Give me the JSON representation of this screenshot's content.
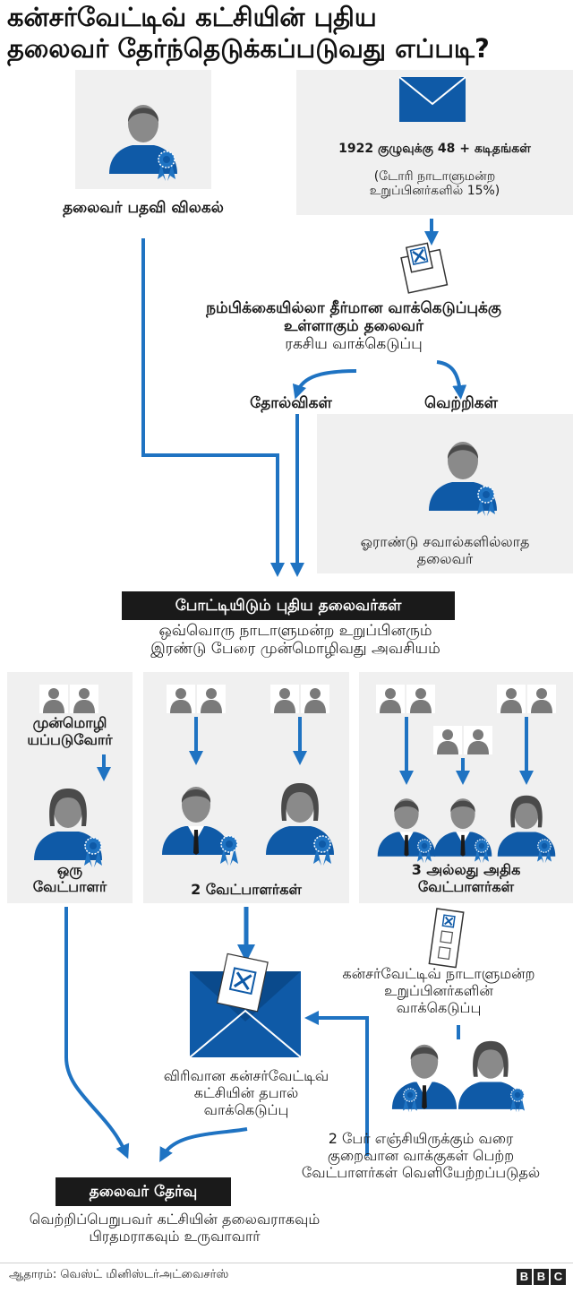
{
  "title": {
    "line1": "கன்சர்வேட்டிவ் கட்சியின் புதிய",
    "line2": "தலைவர் தேர்ந்தெடுக்கப்படுவது எப்படி?"
  },
  "left_start": {
    "label": "தலைவர் பதவி விலகல்"
  },
  "right_start": {
    "line1": "1922 குழுவுக்கு 48 + கடிதங்கள்",
    "note1": "(டோரி நாடாளுமன்ற",
    "note2": "உறுப்பினர்களில் 15%)"
  },
  "confidence_vote": {
    "line1": "நம்பிக்கையில்லா தீர்மான வாக்கெடுப்புக்கு",
    "line2": "உள்ளாகும் தலைவர்",
    "line3": "ரகசிய வாக்கெடுப்பு"
  },
  "outcomes": {
    "lose": "தோல்விகள்",
    "win": "வெற்றிகள்",
    "win_caption1": "ஓராண்டு சவால்களில்லாத",
    "win_caption2": "தலைவர்"
  },
  "candidates": {
    "header": "போட்டியிடும் புதிய தலைவர்கள்",
    "rule1": "ஒவ்வொரு நாடாளுமன்ற உறுப்பினரும்",
    "rule2": "இரண்டு பேரை முன்மொழிவது அவசியம்"
  },
  "panel_one": {
    "nominator1": "முன்மொழி",
    "nominator2": "யப்படுவோர்",
    "caption1": "ஒரு",
    "caption2": "வேட்பாளர்"
  },
  "panel_two": {
    "caption": "2 வேட்பாளர்கள்"
  },
  "panel_three": {
    "caption1": "3 அல்லது அதிக",
    "caption2": "வேட்பாளர்கள்"
  },
  "mp_vote": {
    "line1": "கன்சர்வேட்டிவ் நாடாளுமன்ற",
    "line2": "உறுப்பினர்களின்",
    "line3": "வாக்கெடுப்பு"
  },
  "postal_vote": {
    "line1": "விரிவான கன்சர்வேட்டிவ்",
    "line2": "கட்சியின் தபால்",
    "line3": "வாக்கெடுப்பு"
  },
  "elimination": {
    "line1": "2 பேர் எஞ்சியிருக்கும் வரை",
    "line2": "குறைவான வாக்குகள் பெற்ற",
    "line3": "வேட்பாளர்கள் வெளியேற்றப்படுதல்"
  },
  "result": {
    "header": "தலைவர் தேர்வு",
    "line1": "வெற்றிப்பெறுபவர் கட்சியின் தலைவராகவும்",
    "line2": "பிரதமராகவும் உருவாவார்"
  },
  "footer": {
    "source": "ஆதாரம்: வெஸ்ட் மினிஸ்டர்அட்வைசர்ஸ்",
    "logo": [
      "B",
      "B",
      "C"
    ]
  },
  "colors": {
    "blue": "#0f5aa7",
    "arrow": "#1f73c2",
    "panel": "#f0f0f0",
    "grey_person": "#8a8a8a",
    "dark": "#1a1a1a"
  },
  "icons": [
    "person-icon",
    "rosette-icon",
    "envelope-icon",
    "ballot-box-icon",
    "ballot-paper-icon",
    "arrow-icon"
  ]
}
